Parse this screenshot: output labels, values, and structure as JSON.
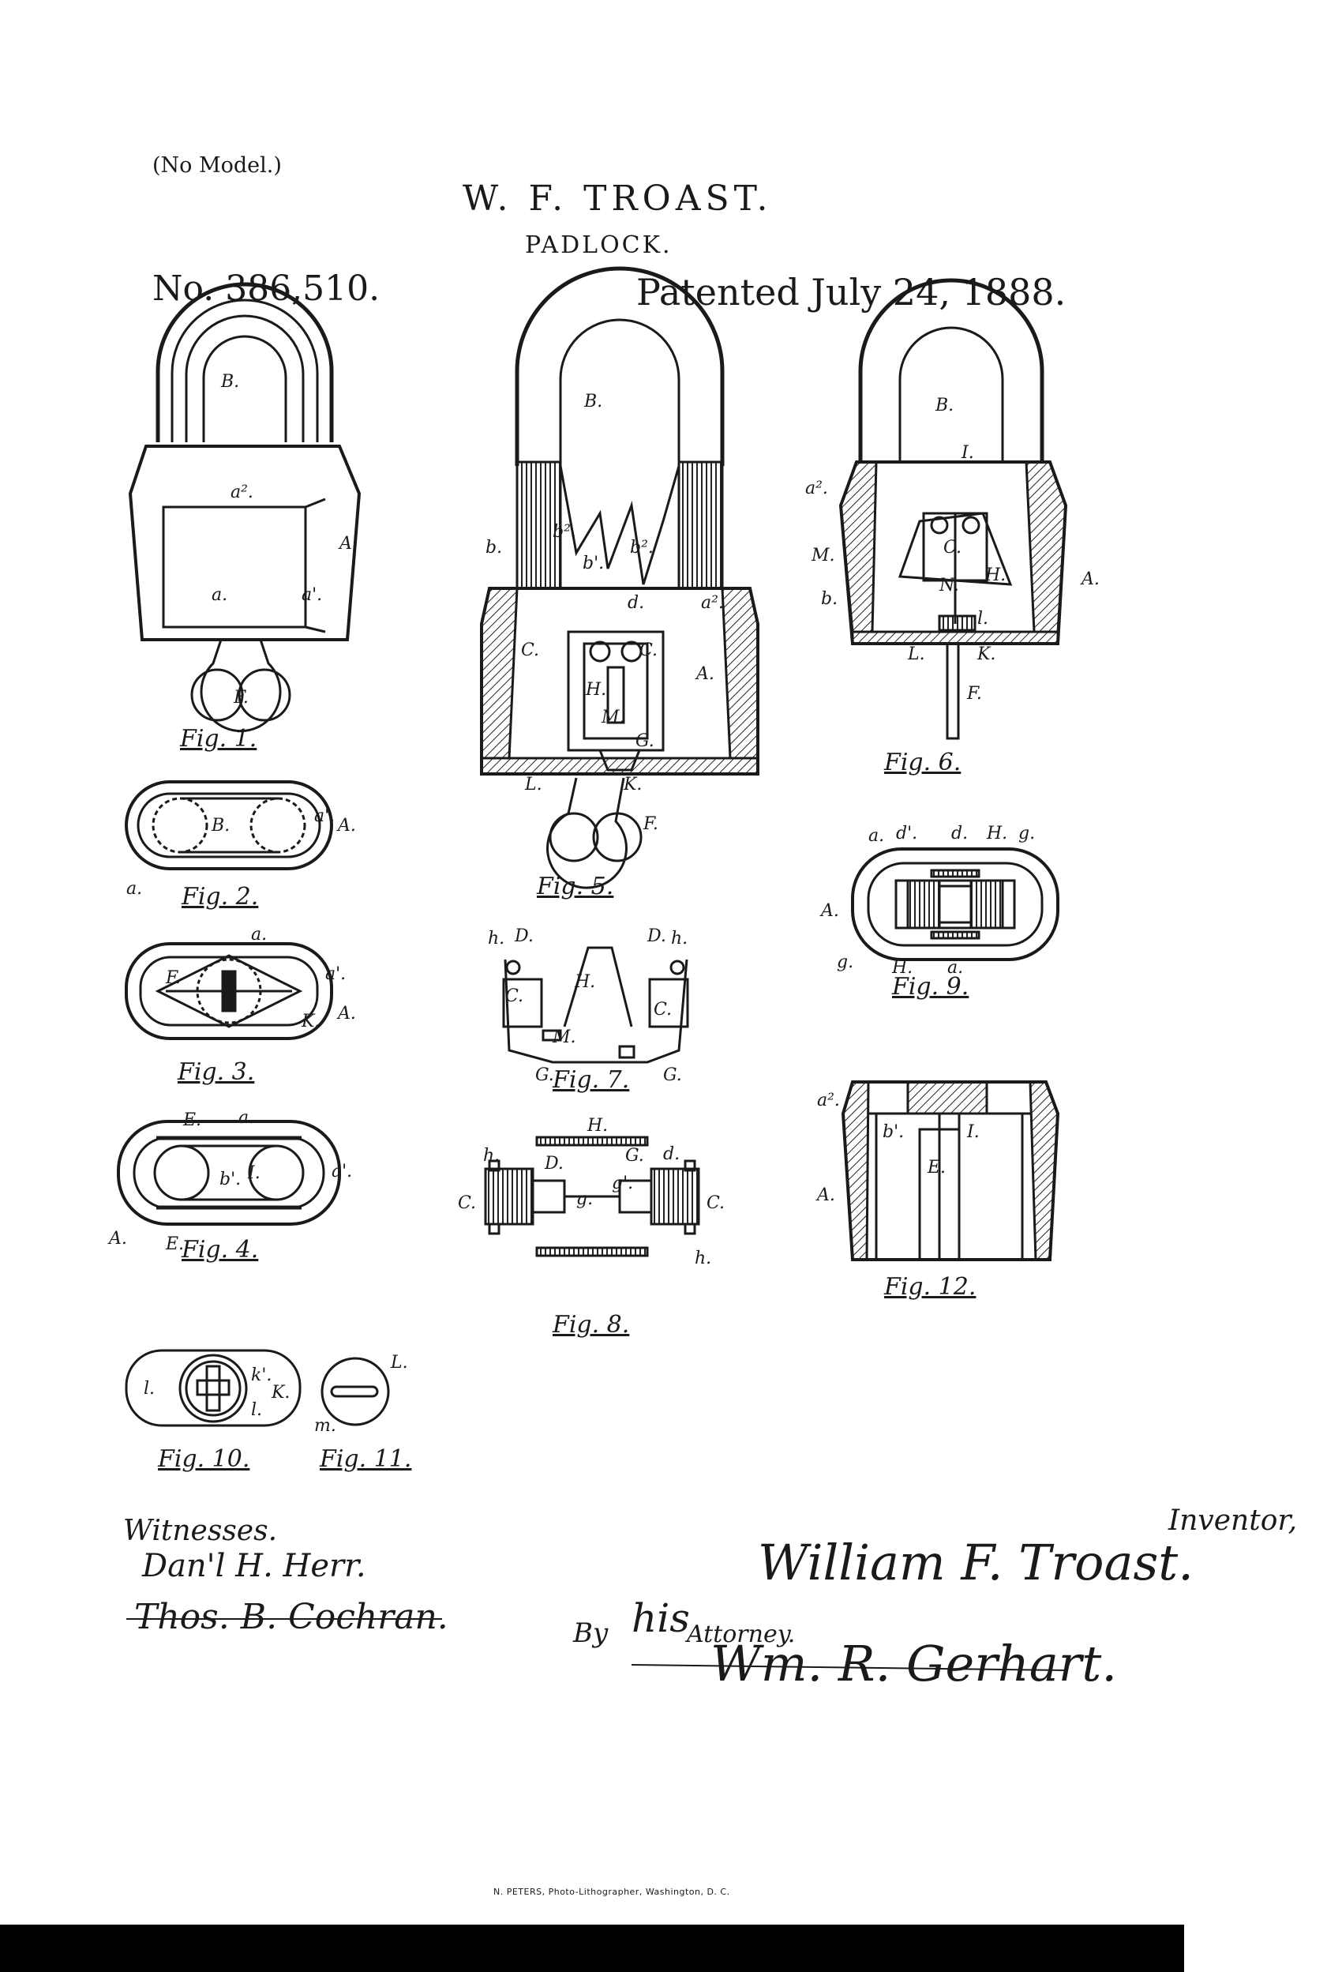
{
  "header": {
    "no_model": "(No Model.)",
    "inventor_name": "W. F. TROAST.",
    "title": "PADLOCK.",
    "patent_no": "No. 386,510.",
    "patented": "Patented July 24, 1888."
  },
  "figures": {
    "fig1": "Fig. 1.",
    "fig2": "Fig. 2.",
    "fig3": "Fig. 3.",
    "fig4": "Fig. 4.",
    "fig5": "Fig. 5.",
    "fig6": "Fig. 6.",
    "fig7": "Fig. 7.",
    "fig8": "Fig. 8.",
    "fig9": "Fig. 9.",
    "fig10": "Fig. 10.",
    "fig11": "Fig. 11.",
    "fig12": "Fig. 12."
  },
  "signatures": {
    "witnesses_label": "Witnesses.",
    "witness_1": "Dan'l H. Herr.",
    "witness_2": "Thos. B. Cochran.",
    "inventor_label": "Inventor,",
    "inventor_signature": "William F. Troast.",
    "by_label": "By",
    "his": "his",
    "attorney_label": "Attorney.",
    "attorney_signature": "Wm. R. Gerhart."
  },
  "footer": {
    "printer": "N. PETERS, Photo-Lithographer, Washington, D. C."
  },
  "labels": {
    "B": "B.",
    "a": "a.",
    "a1": "a'.",
    "a2": "a².",
    "A": "A.",
    "F": "F.",
    "b": "b.",
    "b1": "b'.",
    "b2": "b².",
    "c": "c.",
    "C": "C.",
    "d": "d.",
    "d1": "d'.",
    "D": "D.",
    "E": "E.",
    "G": "G.",
    "g": "g.",
    "g1": "g'.",
    "h": "h.",
    "H": "H.",
    "I": "I.",
    "K": "K.",
    "k": "k.",
    "k1": "k'.",
    "l": "l.",
    "L": "L.",
    "M": "M.",
    "m": "m.",
    "N": "N."
  }
}
